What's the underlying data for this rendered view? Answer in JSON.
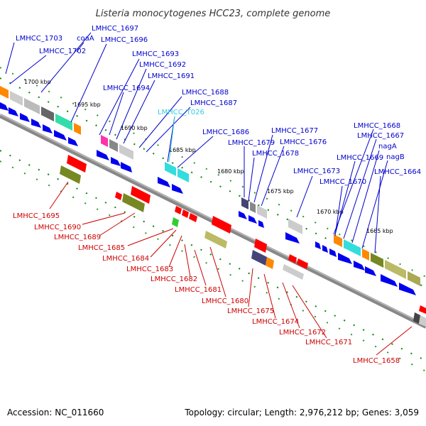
{
  "title": "Listeria monocytogenes HCC23, complete genome",
  "accession": "Accession: NC_011660",
  "summary": "Topology: circular; Length: 2,976,212 bp; Genes: 3,059",
  "colors": {
    "forward_label": "#0000cc",
    "reverse_label": "#cc0000",
    "rna_label": "#33ccdd",
    "backbone": "#888888",
    "tick": "#008800"
  },
  "positions": [
    "1700 kbp",
    "1695 kbp",
    "1690 kbp",
    "1685 kbp",
    "1680 kbp",
    "1675 kbp",
    "1670 kbp",
    "1665 kbp"
  ],
  "forward_labels": [
    "LMHCC_1703",
    "LMHCC_1697",
    "coaA",
    "LMHCC_1696",
    "LMHCC_1702",
    "LMHCC_1693",
    "LMHCC_1692",
    "LMHCC_1691",
    "LMHCC_1694",
    "LMHCC_1688",
    "LMHCC_1687",
    "LMHCC_T026",
    "LMHCC_1686",
    "LMHCC_1677",
    "LMHCC_1679",
    "LMHCC_1676",
    "LMHCC_1678",
    "LMHCC_1673",
    "LMHCC_1668",
    "LMHCC_1667",
    "nagA",
    "LMHCC_1669",
    "nagB",
    "LMHCC_1670",
    "LMHCC_1664"
  ],
  "reverse_labels": [
    "LMHCC_1695",
    "LMHCC_1690",
    "LMHCC_1689",
    "LMHCC_1685",
    "LMHCC_1684",
    "LMHCC_1683",
    "LMHCC_1682",
    "LMHCC_1681",
    "LMHCC_1680",
    "LMHCC_1675",
    "LMHCC_1674",
    "LMHCC_1672",
    "LMHCC_1671",
    "LMHCC_1658"
  ]
}
